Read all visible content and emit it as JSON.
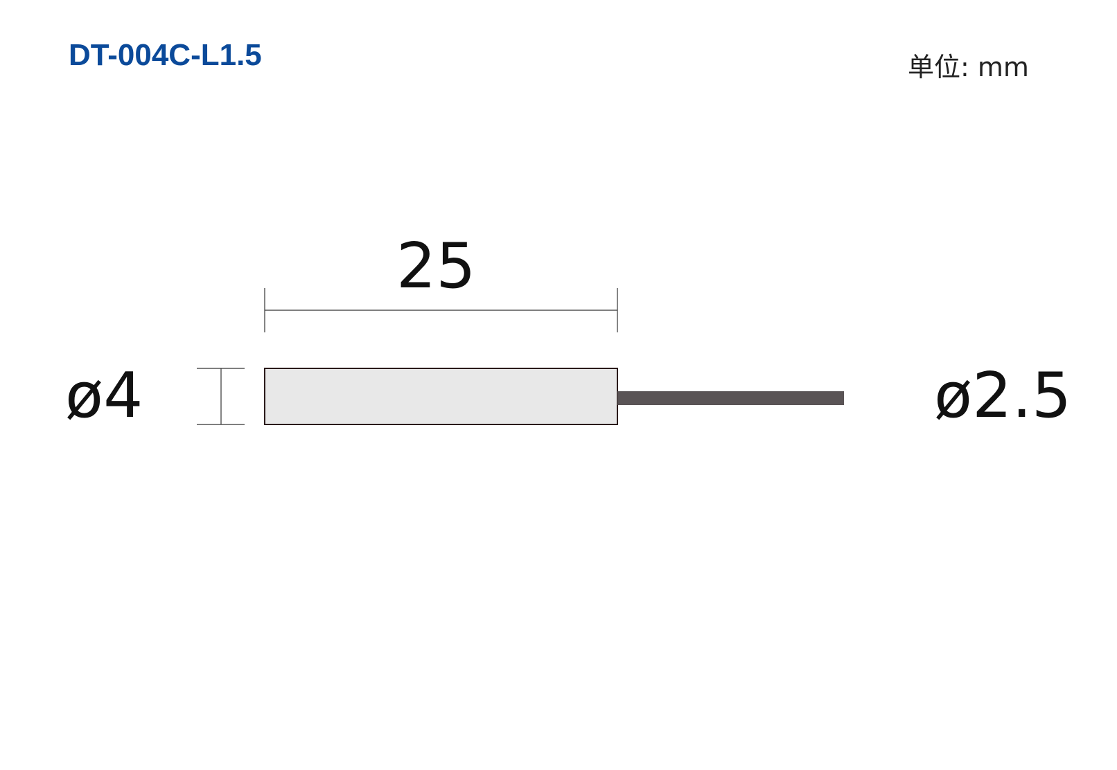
{
  "header": {
    "model": "DT-004C-L1.5",
    "unit_label": "单位: mm"
  },
  "dimensions": {
    "body_length": "25",
    "body_diameter": "ø4",
    "cable_diameter": "ø2.5"
  },
  "colors": {
    "title": "#0b4a9a",
    "body_fill": "#e8e8e8",
    "body_stroke": "#2a1a1a",
    "cable": "#5a5456",
    "dimension_line": "#333333"
  }
}
